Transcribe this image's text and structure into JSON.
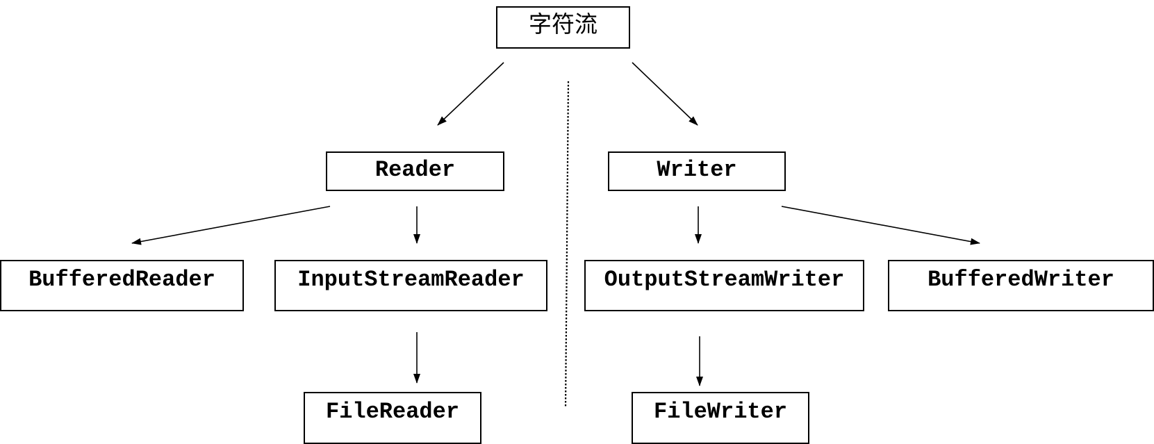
{
  "diagram": {
    "root": {
      "label": "字符流"
    },
    "nodes": {
      "reader": {
        "label": "Reader"
      },
      "writer": {
        "label": "Writer"
      },
      "buffered_reader": {
        "label": "BufferedReader"
      },
      "input_stream_reader": {
        "label": "InputStreamReader"
      },
      "output_stream_writer": {
        "label": "OutputStreamWriter"
      },
      "buffered_writer": {
        "label": "BufferedWriter"
      },
      "file_reader": {
        "label": "FileReader"
      },
      "file_writer": {
        "label": "FileWriter"
      }
    },
    "edges": [
      {
        "from": "root",
        "to": "reader"
      },
      {
        "from": "root",
        "to": "writer"
      },
      {
        "from": "reader",
        "to": "buffered_reader"
      },
      {
        "from": "reader",
        "to": "input_stream_reader"
      },
      {
        "from": "input_stream_reader",
        "to": "file_reader"
      },
      {
        "from": "writer",
        "to": "output_stream_writer"
      },
      {
        "from": "writer",
        "to": "buffered_writer"
      },
      {
        "from": "output_stream_writer",
        "to": "file_writer"
      }
    ],
    "line_color": "#000000"
  }
}
